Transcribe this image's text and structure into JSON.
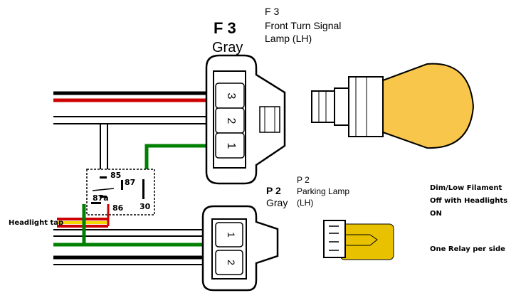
{
  "f3": {
    "code": "F 3",
    "color": "Gray",
    "id_line": "F 3",
    "desc_1": "Front Turn Signal",
    "desc_2": "Lamp (LH)",
    "pins": [
      "3",
      "2",
      "1"
    ]
  },
  "p2": {
    "code": "P 2",
    "color": "Gray",
    "id_line": "P 2",
    "desc_1": "Parking Lamp",
    "desc_2": "(LH)",
    "pins": [
      "1",
      "2"
    ]
  },
  "relay": {
    "pins": [
      "85",
      "87",
      "87a",
      "86",
      "30"
    ]
  },
  "headlight_tap": "Headlight tap",
  "notes": {
    "line1": "Dim/Low Filament",
    "line2": "Off with Headlights",
    "line3": "ON",
    "line4": "One Relay per side"
  },
  "colors": {
    "red": "#cc0000",
    "green": "#008000",
    "yellow": "#f5d800",
    "amber_bulb": "#f7c64a",
    "small_bulb": "#e8c200",
    "black": "#000000"
  }
}
